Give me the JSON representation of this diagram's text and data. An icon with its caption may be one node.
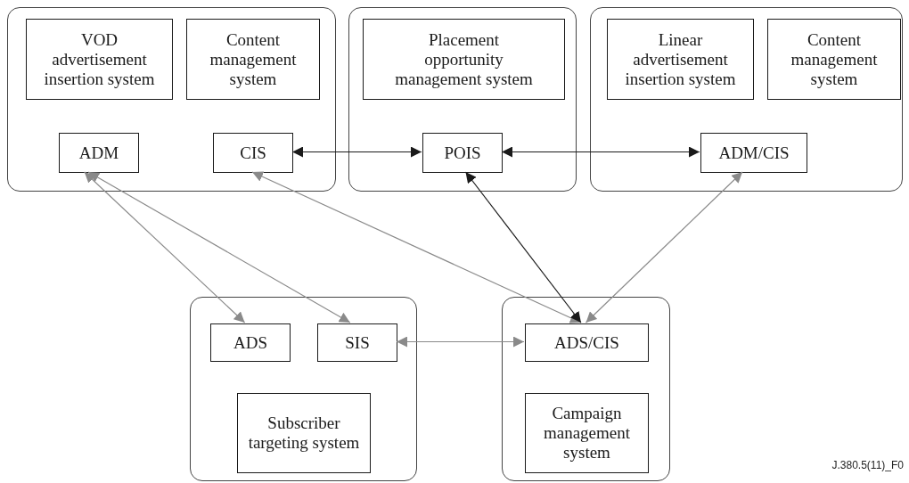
{
  "diagram": {
    "nodes": [
      {
        "text": [],
        "shape": "box"
      },
      {
        "text": [
          "VOD advertisement insertion system"
        ],
        "in": 0
      },
      {
        "text": [
          "Content management system"
        ],
        "in": 0
      },
      {
        "text": [
          "ADM"
        ],
        "in": 0
      },
      {
        "text": [
          "CIS"
        ],
        "in": 0
      },
      {
        "text": [],
        "shape": "box"
      },
      {
        "text": [
          "Placement opportunity management system"
        ],
        "in": 5
      },
      {
        "text": [
          "POIS"
        ],
        "in": 5
      },
      {
        "text": [],
        "shape": "box"
      },
      {
        "text": [
          "Linear advertisement insertion system"
        ],
        "in": 8
      },
      {
        "text": [
          "Content management system"
        ],
        "in": 8
      },
      {
        "text": [
          "ADM/CIS"
        ],
        "in": 8
      },
      {
        "text": [],
        "shape": "box"
      },
      {
        "text": [
          "ADS"
        ],
        "in": 12
      },
      {
        "text": [
          "SIS"
        ],
        "in": 12
      },
      {
        "text": [
          "Subscriber targeting system"
        ],
        "in": 12
      },
      {
        "text": [],
        "shape": "box"
      },
      {
        "text": [
          "ADS/CIS"
        ],
        "in": 16
      },
      {
        "text": [
          "Campaign management system"
        ],
        "in": 16
      }
    ],
    "edges": [
      {
        "from": 4,
        "to": 7,
        "arrow": "both",
        "color": "#1a1a1a"
      },
      {
        "from": 7,
        "to": 11,
        "arrow": "both",
        "color": "#1a1a1a"
      },
      {
        "from": 3,
        "to": 13,
        "arrow": "both"
      },
      {
        "from": 3,
        "to": 14,
        "arrow": "both"
      },
      {
        "from": 4,
        "to": 17,
        "arrow": "both"
      },
      {
        "from": 7,
        "to": 17,
        "arrow": "both",
        "color": "#1a1a1a"
      },
      {
        "from": 11,
        "to": 17,
        "arrow": "both"
      },
      {
        "from": 14,
        "to": 17,
        "arrow": "both"
      }
    ],
    "labels": [
      "J.380.5(11)_F0"
    ]
  }
}
